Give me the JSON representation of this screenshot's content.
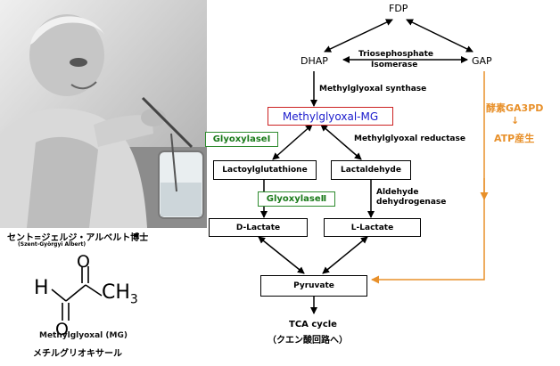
{
  "photo": {
    "caption": "セント=ジェルジ・アルベルト博士",
    "subcaption": "(Szent-Györgyi Albert)"
  },
  "structure": {
    "atoms": {
      "h": "H",
      "ch3": "CH",
      "ch3_sub": "3",
      "o_top": "O",
      "o_bottom": "O"
    },
    "name": "Methylglyoxal (MG)",
    "name_ja": "メチルグリオキサール"
  },
  "pathway": {
    "fdp": "FDP",
    "dhap": "DHAP",
    "gap": "GAP",
    "triose_enzyme_1": "Triosephosphate",
    "triose_enzyme_2": "Isomerase",
    "mg_synthase": "Methylglyoxal synthase",
    "mg": "Methylglyoxal-MG",
    "glyoxylase1": "GlyoxylaseⅠ",
    "glyoxylase2": "GlyoxylaseⅡ",
    "mg_reductase": "Methylglyoxal reductase",
    "lactoylglutathione": "Lactoylglutathione",
    "lactaldehyde": "Lactaldehyde",
    "aldehyde_dh_1": "Aldehyde",
    "aldehyde_dh_2": "dehydrogenase",
    "d_lactate": "D-Lactate",
    "l_lactate": "L-Lactate",
    "pyruvate": "Pyruvate",
    "tca": "TCA cycle",
    "tca_ja": "（クエン酸回路へ）",
    "enzyme_ga3pd": "酵素GA3PD",
    "down_arrow": "↓",
    "atp": "ATP産生"
  },
  "colors": {
    "orange": "#e8902a",
    "green": "#1a7a1a",
    "blue": "#1a1acc",
    "red": "#cc2222"
  }
}
